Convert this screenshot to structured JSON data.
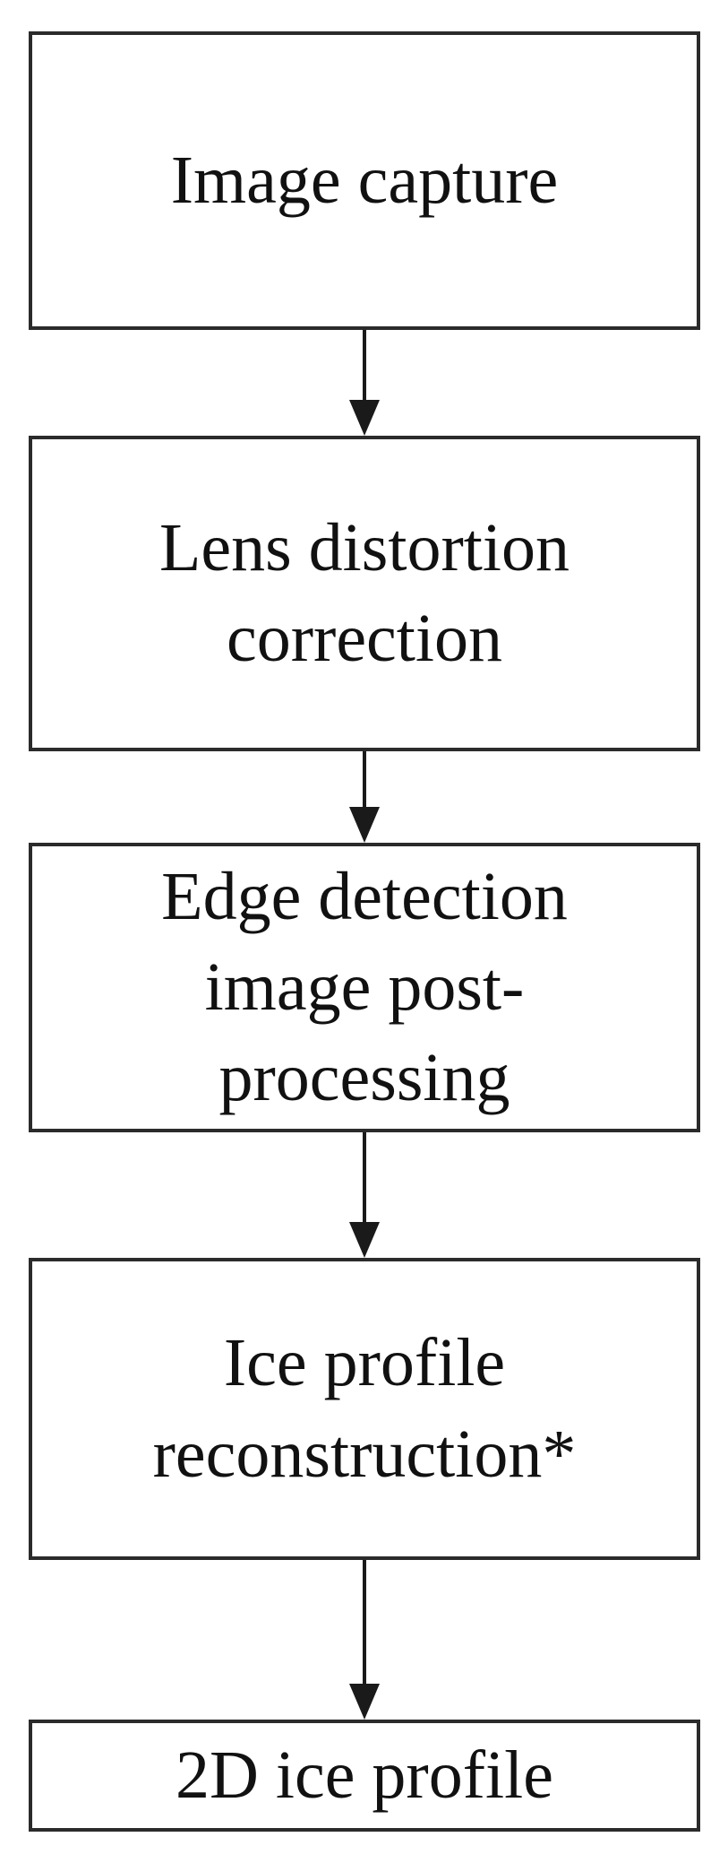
{
  "diagram": {
    "type": "flowchart",
    "direction": "top-to-bottom",
    "nodes": [
      {
        "id": "image-capture",
        "label": "Image capture"
      },
      {
        "id": "lens-distortion-correction",
        "label": "Lens distortion\ncorrection"
      },
      {
        "id": "edge-detection-image-post-processing",
        "label": "Edge detection\nimage post-\nprocessing"
      },
      {
        "id": "ice-profile-reconstruction",
        "label": "Ice profile\nreconstruction*"
      },
      {
        "id": "2d-ice-profile",
        "label": "2D ice profile"
      }
    ],
    "edges": [
      {
        "from": "image-capture",
        "to": "lens-distortion-correction"
      },
      {
        "from": "lens-distortion-correction",
        "to": "edge-detection-image-post-processing"
      },
      {
        "from": "edge-detection-image-post-processing",
        "to": "ice-profile-reconstruction"
      },
      {
        "from": "ice-profile-reconstruction",
        "to": "2d-ice-profile"
      }
    ],
    "footnote_marker": "*"
  },
  "colors": {
    "border": "#2b2b2b",
    "text": "#111111",
    "arrow": "#1a1a1a",
    "background": "#ffffff"
  }
}
